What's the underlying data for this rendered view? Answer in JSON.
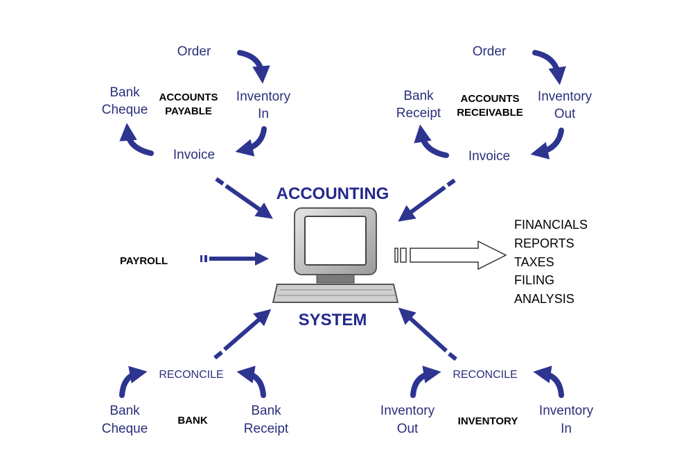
{
  "diagram": {
    "title_top": "ACCOUNTING",
    "title_bottom": "SYSTEM",
    "colors": {
      "arrow": "#2d3590",
      "label": "#2a2f7a",
      "title": "#23298c"
    },
    "accounts_payable": {
      "heading": [
        "ACCOUNTS",
        "PAYABLE"
      ],
      "order": "Order",
      "inventory": [
        "Inventory",
        "In"
      ],
      "invoice": "Invoice",
      "bank": [
        "Bank",
        "Cheque"
      ]
    },
    "accounts_receivable": {
      "heading": [
        "ACCOUNTS",
        "RECEIVABLE"
      ],
      "order": "Order",
      "inventory": [
        "Inventory",
        "Out"
      ],
      "invoice": "Invoice",
      "bank": [
        "Bank",
        "Receipt"
      ]
    },
    "payroll": "PAYROLL",
    "outputs": [
      "FINANCIALS",
      "REPORTS",
      "TAXES",
      "FILING",
      "ANALYSIS"
    ],
    "bank": {
      "heading": "BANK",
      "reconcile": "RECONCILE",
      "left": [
        "Bank",
        "Cheque"
      ],
      "right": [
        "Bank",
        "Receipt"
      ]
    },
    "inventory": {
      "heading": "INVENTORY",
      "reconcile": "RECONCILE",
      "left": [
        "Inventory",
        "Out"
      ],
      "right": [
        "Inventory",
        "In"
      ]
    },
    "icons": [
      "computer-icon",
      "keyboard-icon"
    ]
  }
}
